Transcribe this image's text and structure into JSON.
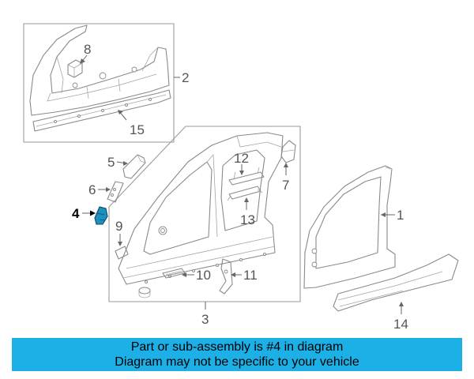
{
  "diagram": {
    "callouts": [
      {
        "id": "c1",
        "label": "1"
      },
      {
        "id": "c2",
        "label": "2"
      },
      {
        "id": "c3",
        "label": "3"
      },
      {
        "id": "c4",
        "label": "4"
      },
      {
        "id": "c5",
        "label": "5"
      },
      {
        "id": "c6",
        "label": "6"
      },
      {
        "id": "c7",
        "label": "7"
      },
      {
        "id": "c8",
        "label": "8"
      },
      {
        "id": "c9",
        "label": "9"
      },
      {
        "id": "c10",
        "label": "10"
      },
      {
        "id": "c11",
        "label": "11"
      },
      {
        "id": "c12",
        "label": "12"
      },
      {
        "id": "c13",
        "label": "13"
      },
      {
        "id": "c14",
        "label": "14"
      },
      {
        "id": "c15",
        "label": "15"
      }
    ],
    "highlight_part": "4",
    "highlight_color": "#1f8fbf",
    "line_color": "#8a8a8a"
  },
  "banner": {
    "line1": "Part or sub-assembly is #4 in diagram",
    "line2": "Diagram may not be specific to your vehicle",
    "background": "#1cb0e6"
  }
}
